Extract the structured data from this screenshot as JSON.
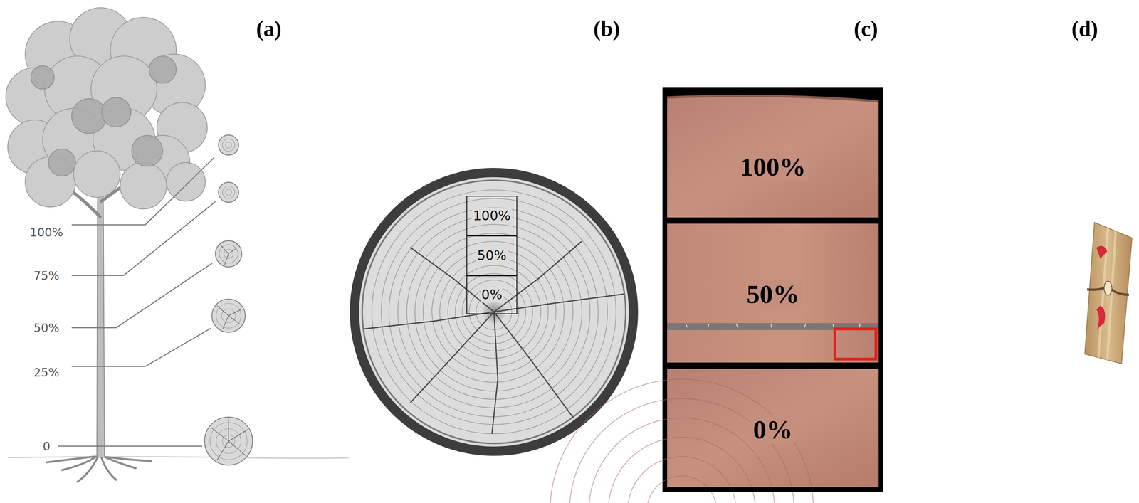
{
  "diagram": {
    "nodes": [
      {
        "text": [
          "100%"
        ]
      },
      {
        "text": [
          "50%"
        ]
      },
      {
        "text": [
          "0%"
        ]
      },
      {
        "text": [
          "100%"
        ]
      },
      {
        "text": [
          "50%"
        ]
      },
      {
        "text": [
          "0%"
        ]
      }
    ],
    "labels": [
      "(a)",
      "(b)",
      "(c)",
      "(d)",
      "100%",
      "75%",
      "50%",
      "25%",
      "0"
    ]
  }
}
